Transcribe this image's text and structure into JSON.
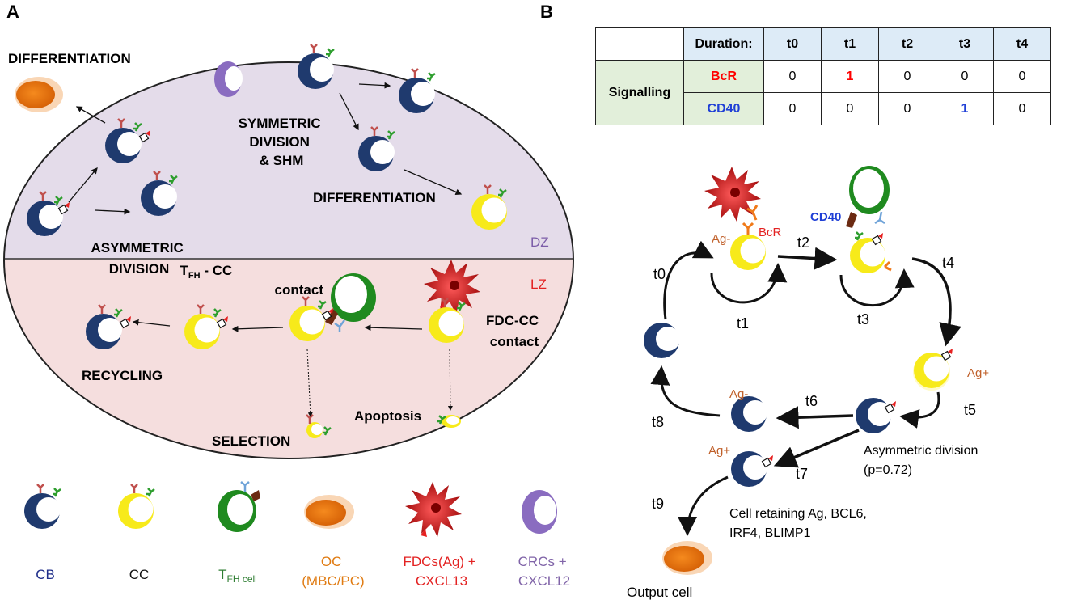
{
  "panel_a": {
    "label": "A",
    "labels": {
      "differentiation_top": "DIFFERENTIATION",
      "symmetric_division": [
        "SYMMETRIC",
        "DIVISION",
        "& SHM"
      ],
      "differentiation_mid": "DIFFERENTIATION",
      "asymmetric_division": [
        "ASYMMETRIC",
        "DIVISION"
      ],
      "dz": "DZ",
      "lz": "LZ",
      "tfh_contact": [
        "T",
        "FH",
        " - CC",
        "contact"
      ],
      "fdc_contact": [
        "FDC-CC",
        "contact"
      ],
      "recycling": "RECYCLING",
      "selection": "SELECTION",
      "apoptosis": "Apoptosis"
    },
    "legend": [
      {
        "label": "CB",
        "color": "#1f2e8a"
      },
      {
        "label": "CC",
        "color": "#111111"
      },
      {
        "label": "T",
        "sub": "FH cell",
        "color": "#2e7d32"
      },
      {
        "label": "OC",
        "label2": "(MBC/PC)",
        "color": "#e07b12"
      },
      {
        "label": "FDCs(Ag) +",
        "label2": "CXCL13",
        "color": "#e32222"
      },
      {
        "label": "CRCs +",
        "label2": "CXCL12",
        "color": "#8064a8"
      }
    ]
  },
  "panel_b": {
    "label": "B",
    "table": {
      "duration_label": "Duration:",
      "columns": [
        "t0",
        "t1",
        "t2",
        "t3",
        "t4"
      ],
      "group_label": "Signalling",
      "rows": [
        {
          "name": "BcR",
          "values": [
            "0",
            "1",
            "0",
            "0",
            "0"
          ]
        },
        {
          "name": "CD40",
          "values": [
            "0",
            "0",
            "0",
            "1",
            "0"
          ]
        }
      ]
    },
    "cycle": {
      "steps": [
        "t0",
        "t1",
        "t2",
        "t3",
        "t4",
        "t5",
        "t6",
        "t7",
        "t8",
        "t9"
      ],
      "ag_minus_top": "Ag-",
      "bcr": "BcR",
      "cd40": "CD40",
      "ag_plus_right": "Ag+",
      "ag_minus_left": "Ag-",
      "ag_plus_bottom": "Ag+",
      "asym_division": [
        "Asymmetric division",
        "(p=0.72)"
      ],
      "retaining": [
        "Cell retaining Ag, BCL6,",
        "IRF4, BLIMP1"
      ],
      "output_cell": "Output cell"
    }
  },
  "colors": {
    "cb": "#1f3a6e",
    "cc": "#f5e400",
    "tfh": "#1f8a1f",
    "oc": "#e8700a",
    "fdc": "#c61a1a",
    "crc": "#8a6cc0",
    "dz_fill": "#e4dcea",
    "lz_fill": "#f5dede"
  }
}
